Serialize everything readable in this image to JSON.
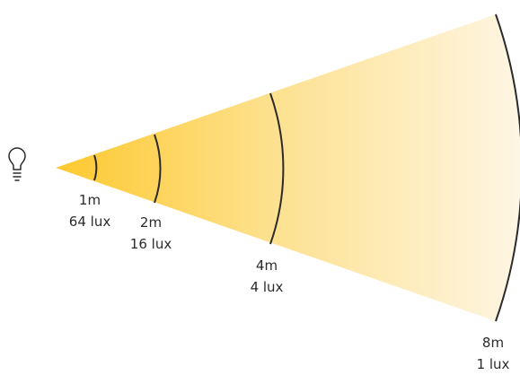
{
  "diagram": {
    "source_icon": "lightbulb-icon",
    "beam_colors": {
      "near": "#fdc92e",
      "mid": "#fde08c",
      "far": "#fef6e4"
    },
    "arc_color": "#2b2b2b",
    "rings": [
      {
        "distance": "1m",
        "illuminance": "64 lux"
      },
      {
        "distance": "2m",
        "illuminance": "16 lux"
      },
      {
        "distance": "4m",
        "illuminance": "4 lux"
      },
      {
        "distance": "8m",
        "illuminance": "1 lux"
      }
    ]
  }
}
